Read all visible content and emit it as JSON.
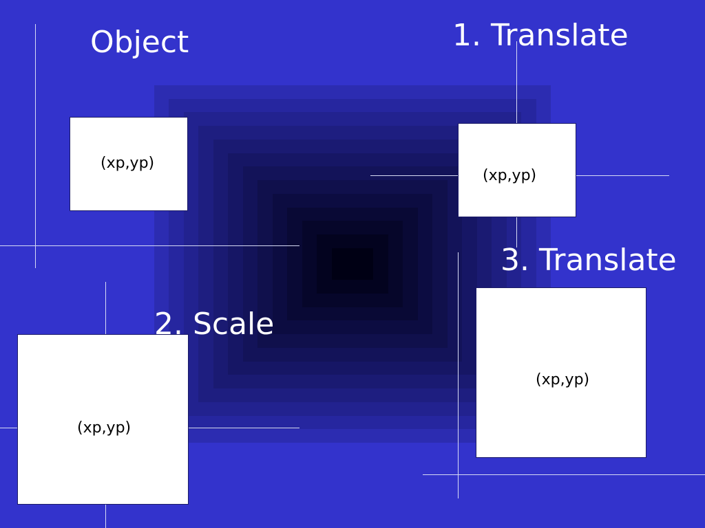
{
  "colors": {
    "background": "#3333cc",
    "center_dark": "#000000",
    "axis_lines": "#d8dcf5",
    "box_fill": "#ffffff",
    "text": "#ffffff"
  },
  "panels": [
    {
      "title": "Object",
      "coord_label": "(xp,yp)"
    },
    {
      "title": "1. Translate",
      "coord_label": "(xp,yp)"
    },
    {
      "title": "2. Scale",
      "coord_label": "(xp,yp)"
    },
    {
      "title": "3. Translate",
      "coord_label": "(xp,yp)"
    }
  ]
}
